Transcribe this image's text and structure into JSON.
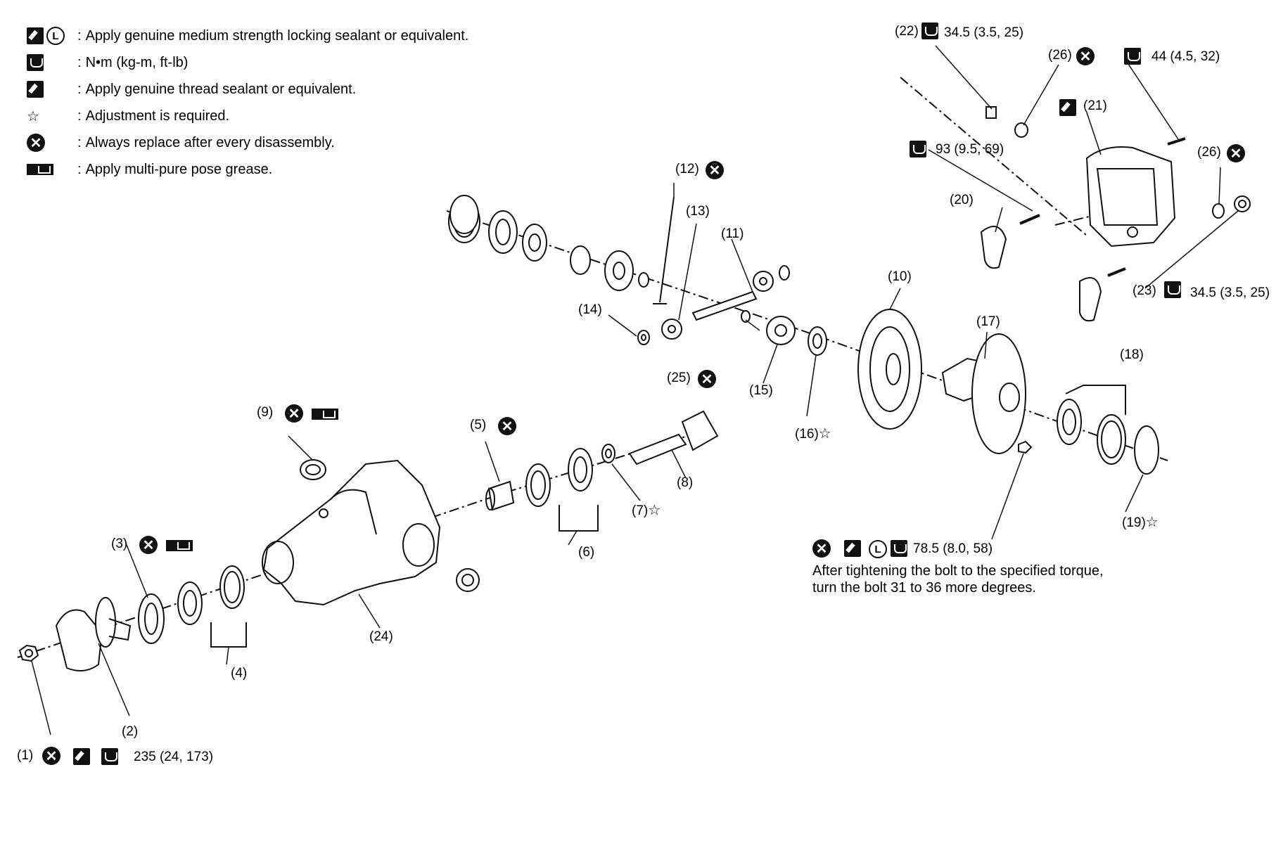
{
  "legend": [
    {
      "symbol": "sealant-locking-icon",
      "text": "Apply genuine medium strength locking sealant or equivalent."
    },
    {
      "symbol": "torque-wrench-icon",
      "text": "N•m (kg-m, ft-lb)"
    },
    {
      "symbol": "thread-sealant-icon",
      "text": "Apply genuine thread sealant or equivalent."
    },
    {
      "symbol": "star-icon",
      "text": "Adjustment is required."
    },
    {
      "symbol": "replace-x-icon",
      "text": "Always replace after every disassembly."
    },
    {
      "symbol": "grease-icon",
      "text": "Apply multi-pure pose grease."
    }
  ],
  "legend_colon": ":",
  "torques": {
    "t1": "235 (24, 173)",
    "t22": "34.5 (3.5, 25)",
    "t21": "44 (4.5, 32)",
    "t20": "93 (9.5, 69)",
    "t23": "34.5 (3.5, 25)",
    "tbolt": "78.5 (8.0, 58)"
  },
  "note": {
    "line1": "After tightening the bolt to the specified torque,",
    "line2": "turn the bolt 31 to 36 more degrees."
  },
  "parts": [
    "1",
    "2",
    "3",
    "4",
    "5",
    "6",
    "7",
    "8",
    "9",
    "10",
    "11",
    "12",
    "13",
    "14",
    "15",
    "16",
    "17",
    "18",
    "19",
    "20",
    "21",
    "22",
    "23",
    "24",
    "25",
    "26"
  ],
  "symbols": {
    "x": "✕",
    "l": "L",
    "star": "☆"
  }
}
